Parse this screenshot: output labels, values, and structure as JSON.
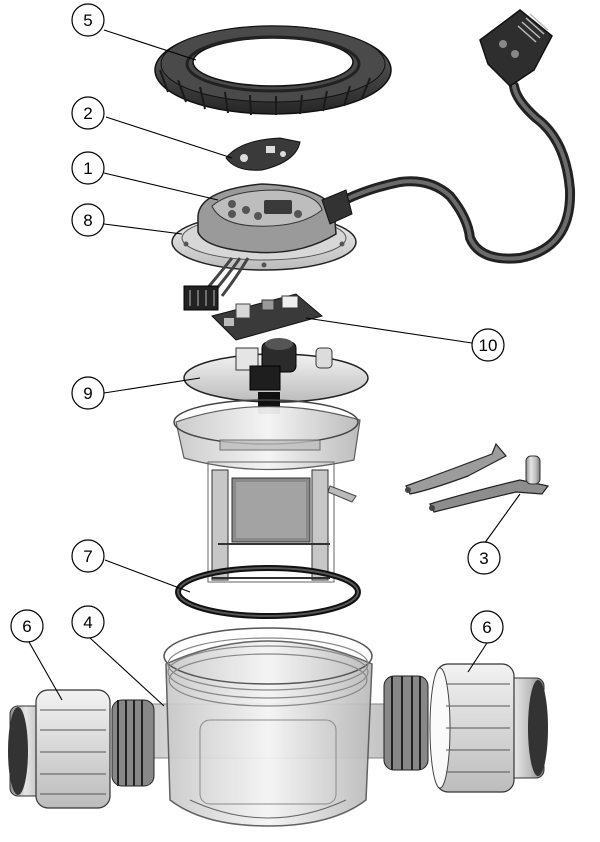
{
  "diagram": {
    "callouts": [
      {
        "id": "c5",
        "label": "5"
      },
      {
        "id": "c2",
        "label": "2"
      },
      {
        "id": "c1",
        "label": "1"
      },
      {
        "id": "c8",
        "label": "8"
      },
      {
        "id": "c10",
        "label": "10"
      },
      {
        "id": "c9",
        "label": "9"
      },
      {
        "id": "c3",
        "label": "3"
      },
      {
        "id": "c7",
        "label": "7"
      },
      {
        "id": "c6a",
        "label": "6"
      },
      {
        "id": "c4",
        "label": "4"
      },
      {
        "id": "c6b",
        "label": "6"
      }
    ],
    "parts": [
      {
        "id": "lock-ring",
        "icon": "lock-ring-icon"
      },
      {
        "id": "label-plate",
        "icon": "label-plate-icon"
      },
      {
        "id": "control-head",
        "icon": "control-head-icon"
      },
      {
        "id": "mounting-flange",
        "icon": "flange-icon"
      },
      {
        "id": "power-cable",
        "icon": "cable-icon"
      },
      {
        "id": "cable-connector",
        "icon": "connector-icon"
      },
      {
        "id": "circuit-board",
        "icon": "pcb-icon"
      },
      {
        "id": "terminal-plate",
        "icon": "terminal-plate-icon"
      },
      {
        "id": "electrode-cell",
        "icon": "electrode-cell-icon"
      },
      {
        "id": "cleaning-tool",
        "icon": "tool-icon"
      },
      {
        "id": "o-ring",
        "icon": "o-ring-icon"
      },
      {
        "id": "housing-body",
        "icon": "housing-icon"
      },
      {
        "id": "union-left",
        "icon": "union-icon"
      },
      {
        "id": "union-right",
        "icon": "union-icon"
      }
    ]
  }
}
